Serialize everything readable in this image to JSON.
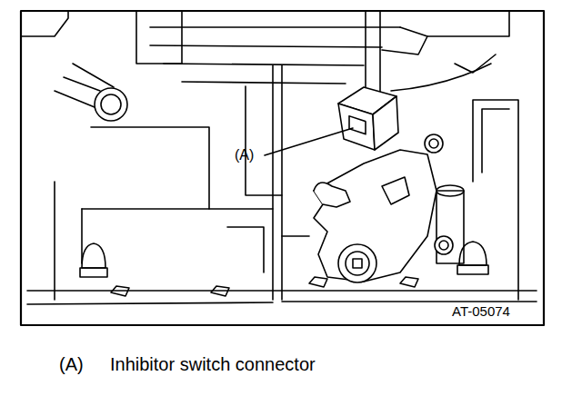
{
  "diagram": {
    "labels": [
      "(A)",
      "AT-05074",
      "(A)",
      "Inhibitor switch connector"
    ]
  }
}
